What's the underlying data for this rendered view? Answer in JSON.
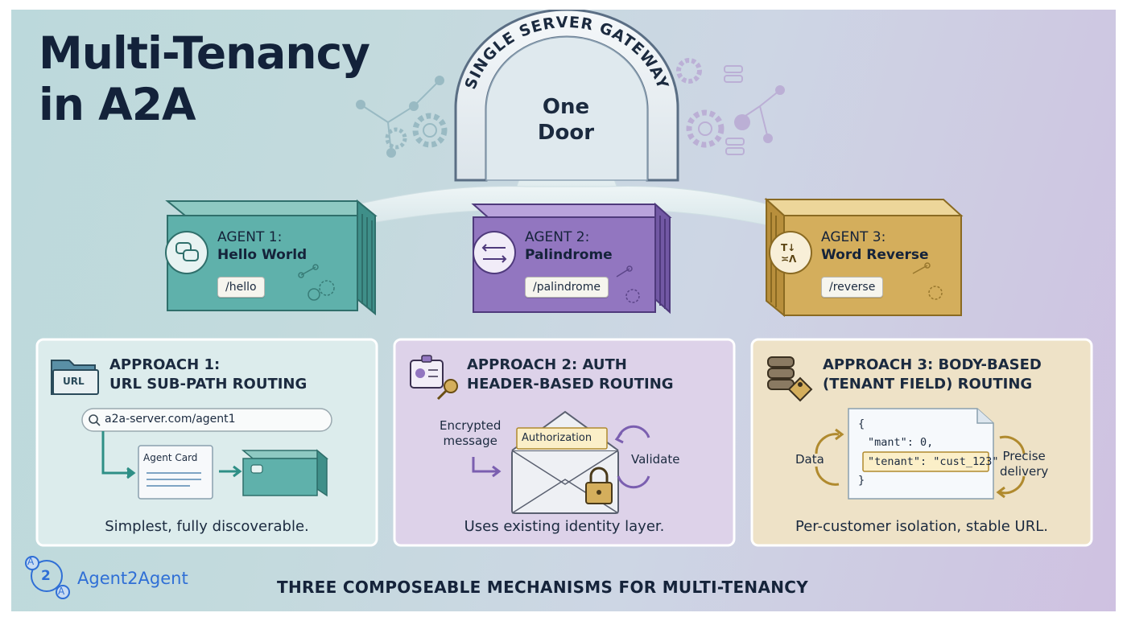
{
  "title": [
    "Multi-Tenancy",
    "in A2A"
  ],
  "gateway": {
    "arch_label": "SINGLE SERVER GATEWAY",
    "door_lines": [
      "One",
      "Door"
    ]
  },
  "agents": [
    {
      "name": "AGENT 1:",
      "subtitle": "Hello World",
      "path": "/hello",
      "icon": "chat-bubbles-icon",
      "color": "#55a8a3"
    },
    {
      "name": "AGENT 2:",
      "subtitle": "Palindrome",
      "path": "/palindrome",
      "icon": "swap-arrows-icon",
      "color": "#9276c0"
    },
    {
      "name": "AGENT 3:",
      "subtitle": "Word Reverse",
      "path": "/reverse",
      "icon": "text-reverse-icon",
      "color": "#d4ae5c"
    }
  ],
  "approaches": [
    {
      "title_lines": [
        "APPROACH 1:",
        "URL SUB-PATH ROUTING"
      ],
      "icon": "url-folder-icon",
      "caption": "Simplest, fully discoverable.",
      "folder_label": "URL",
      "url": "a2a-server.com/agent1",
      "card_label": "Agent Card"
    },
    {
      "title_lines": [
        "APPROACH 2: AUTH",
        "HEADER-BASED ROUTING"
      ],
      "icon": "id-badge-key-icon",
      "caption": "Uses existing identity layer.",
      "left_label": [
        "Encrypted",
        "message"
      ],
      "header_label": "Authorization",
      "right_label": "Validate"
    },
    {
      "title_lines": [
        "APPROACH 3: BODY-BASED",
        "(TENANT FIELD) ROUTING"
      ],
      "icon": "database-tag-icon",
      "caption": "Per-customer isolation, stable URL.",
      "left_label": "Data",
      "json_lines": [
        "{",
        "\"mant\": 0,",
        "\"tenant\": \"cust_123\"",
        "}"
      ],
      "right_label": [
        "Precise",
        "delivery"
      ]
    }
  ],
  "footer": "THREE COMPOSEABLE MECHANISMS FOR MULTI-TENANCY",
  "brand": {
    "name": "Agent2Agent",
    "logo_letters": [
      "A",
      "2",
      "A"
    ]
  }
}
